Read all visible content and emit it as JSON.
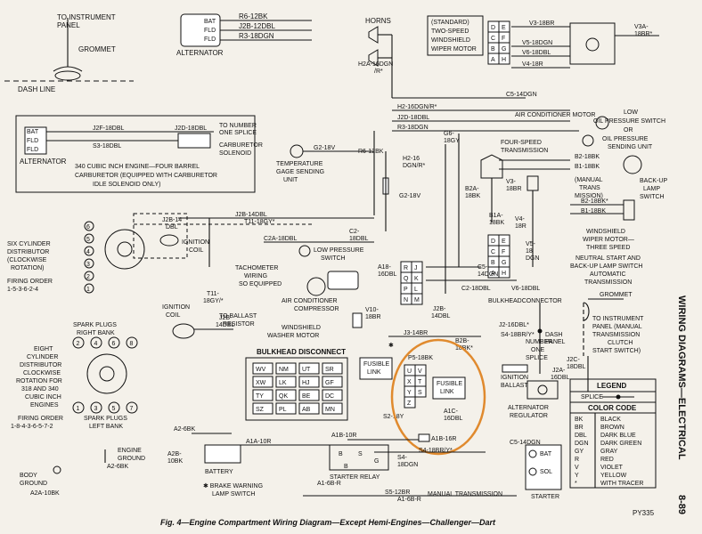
{
  "labels": {
    "to_instrument_panel": "TO INSTRUMENT",
    "panel": "PANEL",
    "grommet": "GROMMET",
    "dash_line": "DASH LINE",
    "alternator": "ALTERNATOR",
    "alt_bat": "BAT",
    "alt_fld1": "FLD",
    "alt_fld2": "FLD",
    "r6_12bk": "R6-12BK",
    "j2b_12dbl": "J2B-12DBL",
    "r3_18dgn": "R3-18DGN",
    "horns": "HORNS",
    "h2a": "H2A-16DGN",
    "h2a_r": "/R*",
    "std_twospeed_1": "(STANDARD)",
    "std_twospeed_2": "TWO-SPEED",
    "std_twospeed_3": "WINDSHIELD",
    "std_twospeed_4": "WIPER MOTOR",
    "v3_18br": "V3-18BR",
    "v3a_1": "V3A-",
    "v3a_2": "18BR*",
    "v5_18dgn": "V5-18DGN",
    "v6_18dbl": "V6-18DBL",
    "v4_18r": "V4-18R",
    "c5_14dgn": "C5-14DGN",
    "h2_16dgn": "H2-16DGN/R*",
    "j2d_18dbl": "J2D-18DBL",
    "r3_18dgn_2": "R3-18DGN",
    "ac_motor": "AIR CONDITIONER MOTOR",
    "low_1": "LOW",
    "low_2": "OIL PRESSURE SWITCH",
    "low_3": "OR",
    "low_4": "OIL PRESSURE",
    "low_5": "SENDING UNIT",
    "j2f_18dbl": "J2F-18DBL",
    "j2d_18dbl_2": "J2D-18DBL",
    "to_number_1": "TO NUMBER",
    "to_number_2": "ONE SPLICE",
    "s3_18dbl": "S3-18DBL",
    "carb_sol_1": "CARBURETOR",
    "carb_sol_2": "SOLENOID",
    "alternator_2": "ALTERNATOR",
    "inset_1": "340 CUBIC INCH ENGINE—FOUR BARREL",
    "inset_2": "CARBURETOR (EQUIPPED WITH CARBURETOR",
    "inset_3": "IDLE SOLENOID ONLY)",
    "g2_18v": "G2-18V",
    "r6_12bk_2": "R6-12BK",
    "temp_1": "TEMPERATURE",
    "temp_2": "GAGE SENDING",
    "temp_3": "UNIT",
    "g6_1": "G6-",
    "g6_2": "18GY",
    "h2_16_1": "H2-16",
    "h2_16_2": "DGN/R*",
    "four_speed_1": "FOUR-SPEED",
    "four_speed_2": "TRANSMISSION",
    "b2_18bk": "B2-18BK",
    "b1_18bk": "B1-18BK",
    "manual_trans_1": "(MANUAL",
    "manual_trans_2": "TRANS",
    "manual_trans_3": "MISSION)",
    "backup_1": "BACK-UP",
    "backup_2": "LAMP",
    "backup_3": "SWITCH",
    "b2_18bk_star": "B2-18BK*",
    "b1_18bk_2": "B1-18BK",
    "g2_18v_2": "G2-18V",
    "b2a_1": "B2A-",
    "b2a_2": "18BK",
    "v3_1": "V3-",
    "v3_2": "18BR",
    "b1a_1": "B1A-",
    "b1a_2": "18BK",
    "v4_1": "V4-",
    "v4_2": "18R",
    "v5_1": "V5-",
    "v5_2": "18",
    "v5_3": "DGN",
    "ws_3spd_1": "WINDSHIELD",
    "ws_3spd_2": "WIPER MOTOR—",
    "ws_3spd_3": "THREE SPEED",
    "neutral_1": "NEUTRAL START AND",
    "neutral_2": "BACK-UP LAMP SWITCH",
    "neutral_3": "AUTOMATIC",
    "neutral_4": "TRANSMISSION",
    "j2b_14": "J2B-14",
    "dbl": "DBL",
    "j2b_14dbl": "J2B-14DBL",
    "t11_18gy": "T11-18GY*",
    "ignition_coil": "IGNITION",
    "coil": "COIL",
    "six_cyl_1": "SIX CYLINDER",
    "six_cyl_2": "DISTRIBUTOR",
    "six_cyl_3": "(CLOCKWISE",
    "six_cyl_4": "ROTATION)",
    "firing_1": "FIRING ORDER",
    "firing_2": "1-5-3-6-2-4",
    "c2a_18dbl": "C2A-18DBL",
    "c2_1": "C2-",
    "c2_2": "18DBL",
    "lowp_1": "LOW PRESSURE",
    "lowp_2": "SWITCH",
    "tach_1": "TACHOMETER",
    "tach_2": "WIRING",
    "tach_3": "SO EQUIPPED",
    "a18_1": "A18-",
    "a18_2": "16DBL",
    "c5_1": "C5-",
    "c5_2": "14DGN",
    "c2_18dbl": "C2-18DBL",
    "v6_18dbl_2": "V6-18DBL",
    "bulkhead_conn": "BULKHEADCONNECTOR",
    "t11_1": "T11-",
    "t11_2": "18GY/*",
    "to_ballast_1": "TO BALLAST",
    "to_ballast_2": "RESISTOR",
    "ac_comp_1": "AIR CONDITIONER",
    "ac_comp_2": "COMPRESSOR",
    "ign_coil2_1": "IGNITION",
    "ign_coil2_2": "COIL",
    "j2b_1": "J2B-",
    "j2b_2": "14DBL",
    "v10_1": "V10-",
    "v10_2": "18BR",
    "washer": "WINDSHIELD",
    "washer_2": "WASHER MOTOR",
    "j2b_14dbl_2": "J2B-",
    "j2b_14dbl_3": "14DBL",
    "j2_16dbl": "J2-16DBL*",
    "s4_18br": "S4-18BR/Y*",
    "number_one_1": "NUMBER",
    "number_one_2": "ONE",
    "number_one_3": "SPLICE",
    "dash_panel_1": "DASH",
    "dash_panel_2": "PANEL",
    "to_ip_1": "TO INSTRUMENT",
    "to_ip_2": "PANEL (MANUAL",
    "to_ip_3": "TRANSMISSION",
    "to_ip_4": "CLUTCH",
    "to_ip_5": "START SWITCH)",
    "grommet_2": "GROMMET",
    "spark_1": "SPARK PLUGS",
    "spark_2": "RIGHT BANK",
    "eight_1": "EIGHT",
    "eight_2": "CYLINDER",
    "eight_3": "DISTRIBUTOR",
    "eight_4": "CLOCKWISE",
    "eight_5": "ROTATION FOR",
    "eight_6": "318 AND 340",
    "eight_7": "CUBIC INCH",
    "eight_8": "ENGINES",
    "firing8_1": "FIRING ORDER",
    "firing8_2": "1-8-4-3-6-5-7-2",
    "spark_left_1": "SPARK PLUGS",
    "spark_left_2": "LEFT BANK",
    "bulkhead_disc": "BULKHEAD DISCONNECT",
    "j3_14br": "J3-14BR",
    "b2b_1": "B2B-",
    "b2b_2": "18BK*",
    "p5_18bk": "P5-18BK",
    "fusible_1": "FUSIBLE",
    "fusible_2": "LINK",
    "fusible_3": "FUSIBLE",
    "fusible_4": "LINK",
    "s2_18y": "S2-18Y",
    "a1c_1": "A1C-",
    "a1c_2": "16DBL",
    "ignition_ballast_1": "IGNITION",
    "ignition_ballast_2": "BALLAST",
    "j2a_1": "J2A-",
    "j2a_2": "16DBL",
    "j2c_1": "J2C-",
    "j2c_2": "18DBL",
    "alt_reg_1": "ALTERNATOR",
    "alt_reg_2": "REGULATOR",
    "a1b_10r": "A1B-10R",
    "a1b_16r": "A1B-16R",
    "s4_18br_2": "S4-18BR/Y*",
    "a2_6bk": "A2-6BK",
    "a1a_10r": "A1A-10R",
    "engine_ground_1": "ENGINE",
    "engine_ground_2": "GROUND",
    "a2_6bk_2": "A2-6BK",
    "a2b_1": "A2B-",
    "a2b_2": "10BK",
    "battery": "BATTERY",
    "body_ground_1": "BODY",
    "body_ground_2": "GROUND",
    "a2a_10bk": "A2A-10BK",
    "brake_1": "✱ BRAKE WARNING",
    "brake_2": "LAMP SWITCH",
    "a1_6br": "A1-6B-R",
    "s4_1": "S4-",
    "s4_2": "18DGN",
    "starter_relay": "STARTER RELAY",
    "s5_12br": "S5-12BR",
    "a1_6br_2": "A1-6B-R",
    "manual_trans": "MANUAL TRANSMISSION",
    "c5_14dgn_2": "C5-14DGN",
    "bat": "BAT",
    "sol": "SOL",
    "starter": "STARTER",
    "relay_b": "B",
    "relay_s": "S",
    "relay_g": "G",
    "star": "✱",
    "starr": "✱",
    "side_title": "WIRING DIAGRAMS—ELECTRICAL",
    "page_num": "8-89",
    "py": "PY335",
    "caption": "Fig. 4—Engine Compartment Wiring Diagram—Except Hemi-Engines—Challenger—Dart"
  },
  "wiper_letters": [
    "D",
    "E",
    "C",
    "F",
    "B",
    "G",
    "A",
    "H"
  ],
  "trans_letters": [
    "D",
    "E",
    "C",
    "F",
    "B",
    "G",
    "A",
    "H"
  ],
  "rjqk": [
    "R",
    "J",
    "Q",
    "K",
    "P",
    "L",
    "N",
    "M"
  ],
  "bulkhead_rows": [
    [
      "WV",
      "NM",
      "UT",
      "SR"
    ],
    [
      "XW",
      "LK",
      "HJ",
      "GF"
    ],
    [
      "TY",
      "QK",
      "BE",
      "DC"
    ],
    [
      "SZ",
      "PL",
      "AB",
      "MN"
    ]
  ],
  "uvxt": [
    "U",
    "V",
    "X",
    "T",
    "Y",
    "S",
    "Z"
  ],
  "six_cyl_plugs": [
    "6",
    "5",
    "4",
    "3",
    "2",
    "1"
  ],
  "eight_right": [
    "2",
    "4",
    "6",
    "8"
  ],
  "eight_left": [
    "1",
    "3",
    "5",
    "7"
  ],
  "legend": {
    "title": "LEGEND",
    "splice": "SPLICE",
    "color_code": "COLOR CODE",
    "rows": [
      [
        "BK",
        "BLACK"
      ],
      [
        "BR",
        "BROWN"
      ],
      [
        "DBL",
        "DARK BLUE"
      ],
      [
        "DGN",
        "DARK GREEN"
      ],
      [
        "GY",
        "GRAY"
      ],
      [
        "R",
        "RED"
      ],
      [
        "V",
        "VIOLET"
      ],
      [
        "Y",
        "YELLOW"
      ],
      [
        "*",
        "WITH TRACER"
      ]
    ]
  },
  "highlight_color": "#e08a2e"
}
